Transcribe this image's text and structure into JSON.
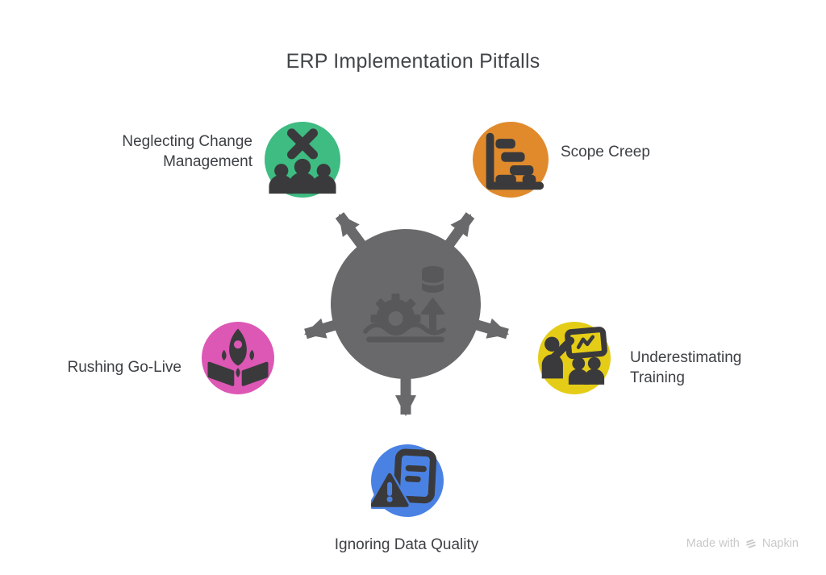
{
  "title": "ERP Implementation Pitfalls",
  "diagram_type": "radial-hub-spoke",
  "hub": {
    "icon": "erp-system-icon",
    "color": "#69696b",
    "icon_color": "#58585a",
    "arrow_count": 5
  },
  "nodes": [
    {
      "id": "neglecting-change-management",
      "label_lines": [
        "Neglecting Change",
        "Management"
      ],
      "color": "#3ebc82",
      "icon": "people-x-icon",
      "position": "top-left",
      "label_side": "left"
    },
    {
      "id": "scope-creep",
      "label_lines": [
        "Scope Creep"
      ],
      "color": "#e08a2c",
      "icon": "gantt-chart-icon",
      "position": "top-right",
      "label_side": "right"
    },
    {
      "id": "rushing-go-live",
      "label_lines": [
        "Rushing Go-Live"
      ],
      "color": "#dd57b5",
      "icon": "rocket-launch-icon",
      "position": "left",
      "label_side": "left"
    },
    {
      "id": "underestimating-training",
      "label_lines": [
        "Underestimating",
        "Training"
      ],
      "color": "#e5cd17",
      "icon": "training-presentation-icon",
      "position": "right",
      "label_side": "right"
    },
    {
      "id": "ignoring-data-quality",
      "label_lines": [
        "Ignoring Data Quality"
      ],
      "color": "#4a82e4",
      "icon": "document-warning-icon",
      "position": "bottom",
      "label_side": "bottom"
    }
  ],
  "palette": {
    "node_icon": "#3a3a3c",
    "hub": "#69696b",
    "hub_icon": "#58585a",
    "text": "#3d4145",
    "watermark": "#c9c9c9",
    "background": "#ffffff"
  },
  "watermark": {
    "prefix": "Made with",
    "brand": "Napkin",
    "icon": "napkin-logo-icon"
  }
}
